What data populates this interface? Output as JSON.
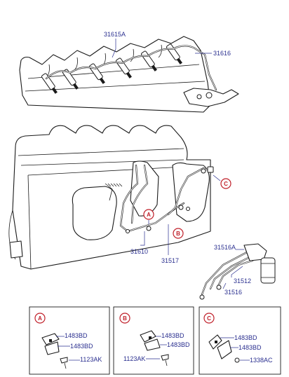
{
  "labels": {
    "injection_pipe_upper": "31615A",
    "return_pipe_upper": "31616",
    "pipe_assy": "31610",
    "pipe_31517": "31517",
    "pipe_31516A": "31516A",
    "pipe_31512": "31512",
    "pipe_31516": "31516"
  },
  "callouts": {
    "a": "A",
    "b": "B",
    "c": "C"
  },
  "detail_boxes": [
    {
      "letter": "A",
      "parts": [
        "1483BD",
        "1483BD",
        "1123AK"
      ]
    },
    {
      "letter": "B",
      "parts": [
        "1483BD",
        "1483BD",
        "1123AK"
      ]
    },
    {
      "letter": "C",
      "parts": [
        "1483BD",
        "1483BD",
        "1338AC"
      ]
    }
  ]
}
